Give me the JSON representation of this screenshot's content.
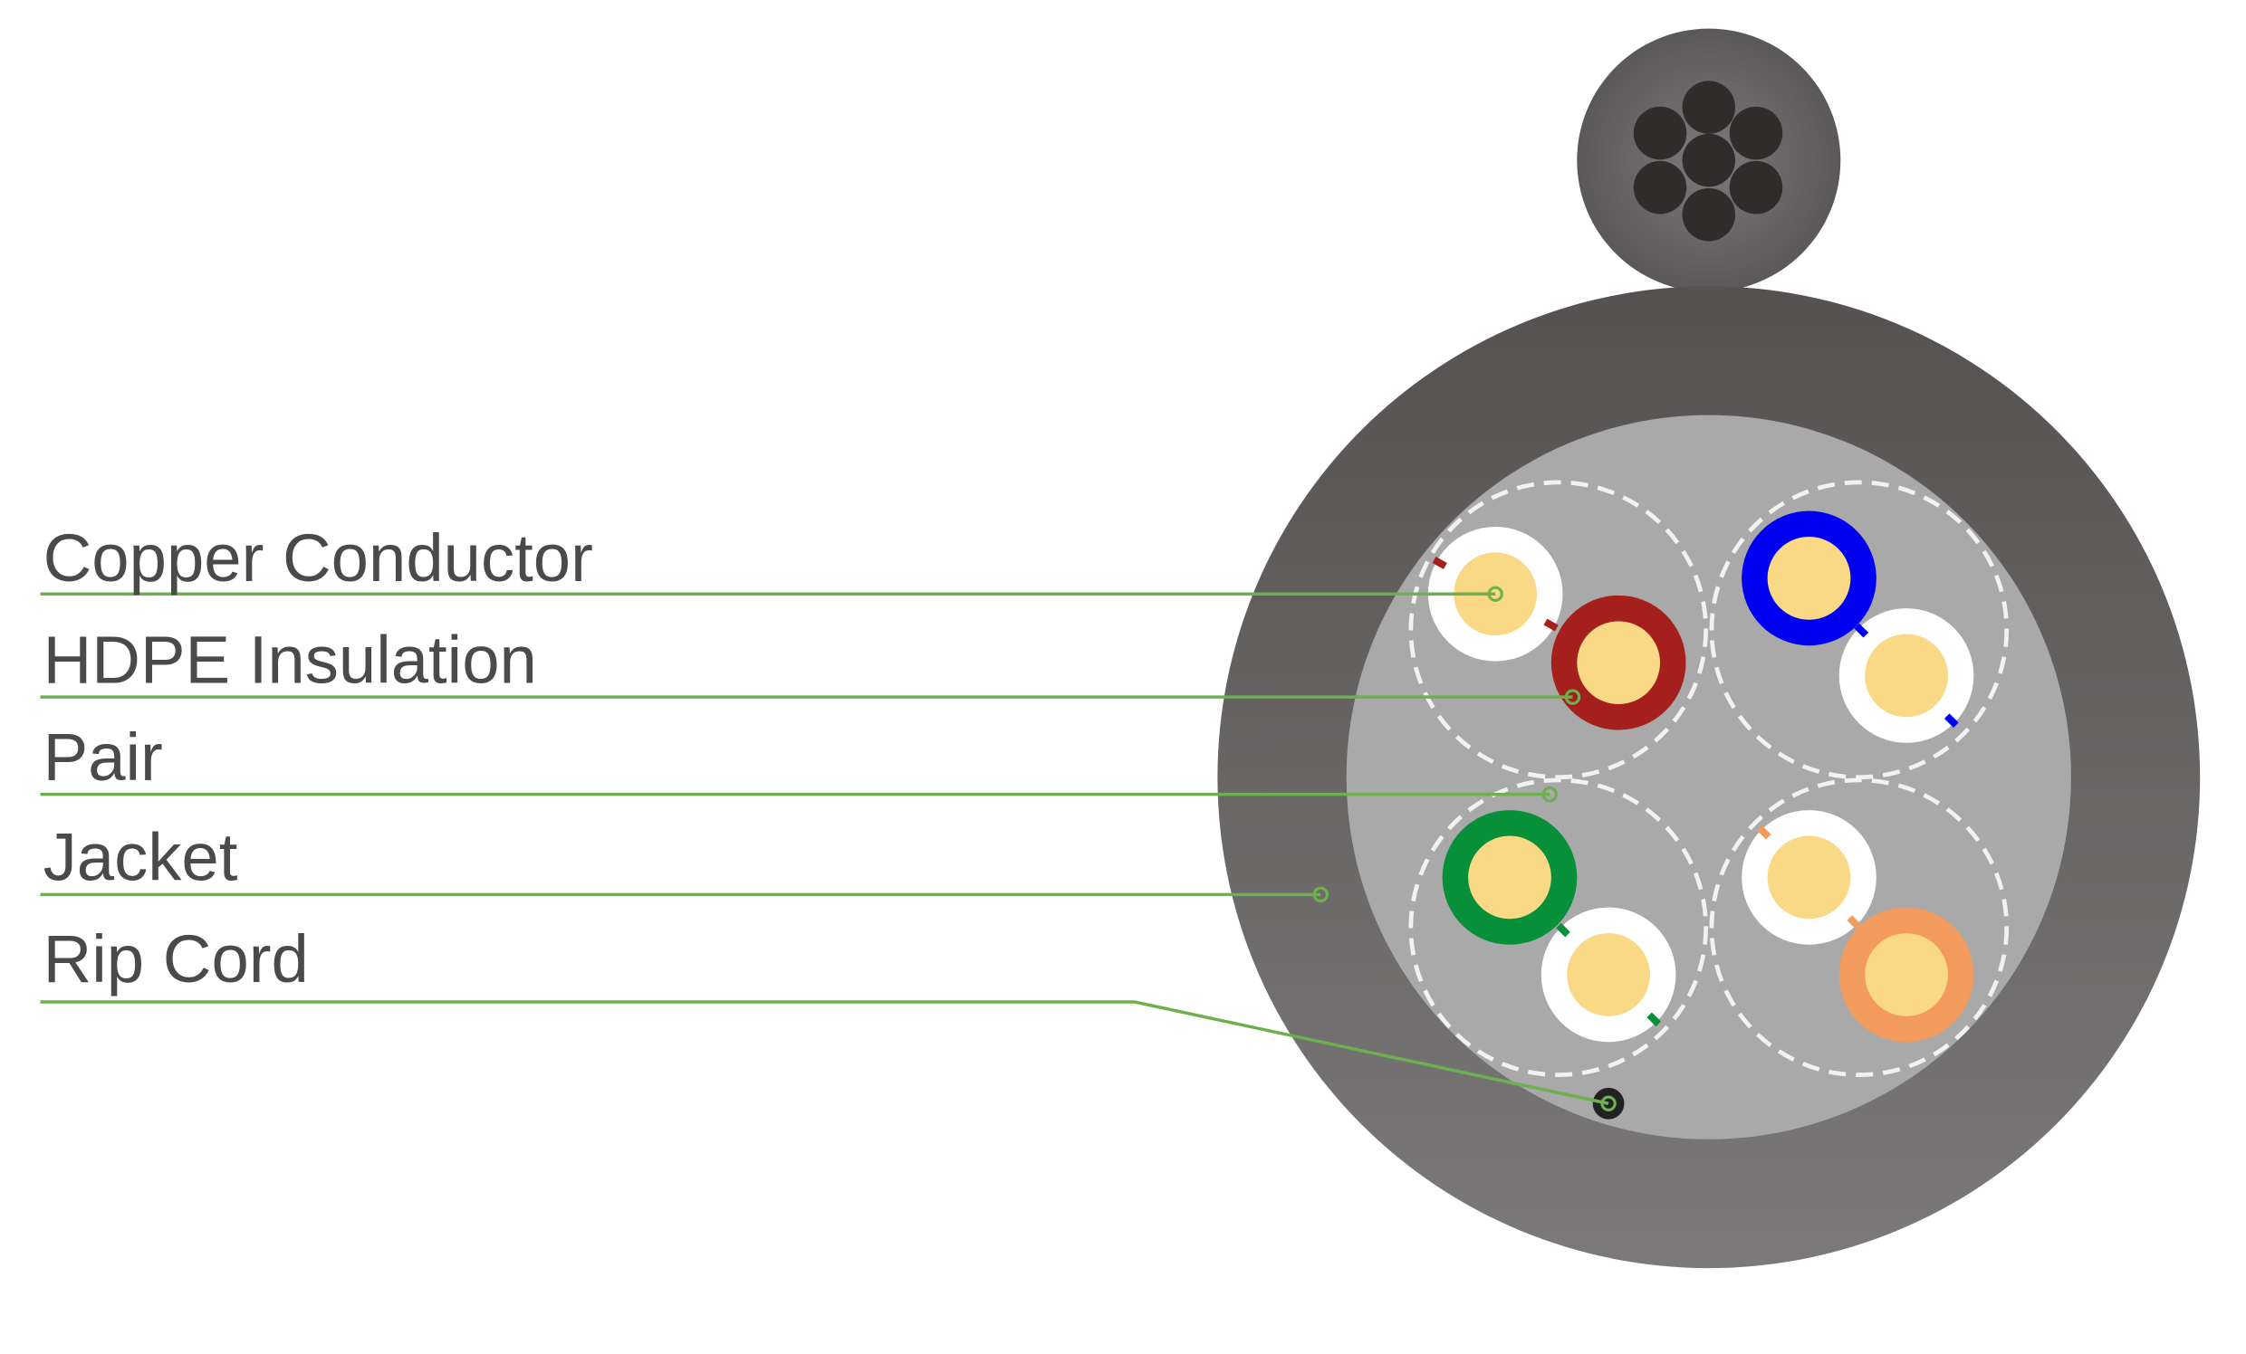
{
  "diagram": {
    "labels": [
      {
        "id": "copper-conductor",
        "text": "Copper Conductor"
      },
      {
        "id": "hdpe-insulation",
        "text": "HDPE Insulation"
      },
      {
        "id": "pair",
        "text": "Pair"
      },
      {
        "id": "jacket",
        "text": "Jacket"
      },
      {
        "id": "rip-cord",
        "text": "Rip Cord"
      }
    ],
    "pairs": [
      {
        "name": "brown-pair",
        "stripe": "#ffffff",
        "solid": "#a51f1c"
      },
      {
        "name": "blue-pair",
        "stripe": "#ffffff",
        "solid": "#0000f0"
      },
      {
        "name": "green-pair",
        "stripe": "#ffffff",
        "solid": "#078f3a"
      },
      {
        "name": "orange-pair",
        "stripe": "#ffffff",
        "solid": "#f29b5c"
      }
    ],
    "colors": {
      "jacket": "#5a5858",
      "core": "#a9a9a9",
      "conductor": "#f9d985",
      "leader": "#6db04f",
      "messenger": "#6a6868",
      "strand": "#302c2b"
    }
  }
}
